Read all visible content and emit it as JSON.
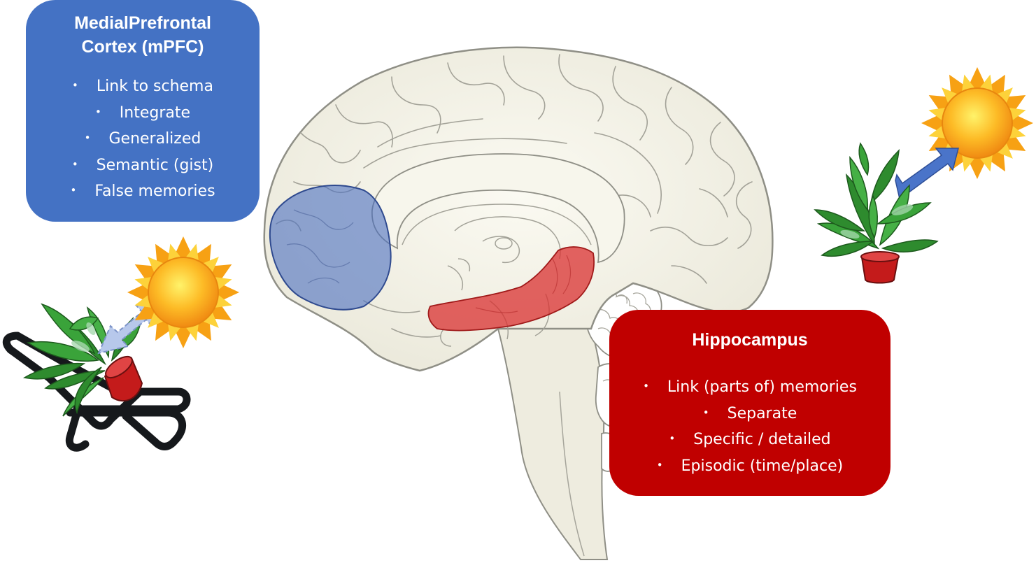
{
  "mpfc": {
    "title_line1": "MedialPrefrontal",
    "title_line2": "Cortex (mPFC)",
    "items": [
      "Link to schema",
      "Integrate",
      "Generalized",
      "Semantic (gist)",
      "False memories"
    ]
  },
  "hippocampus": {
    "title": "Hippocampus",
    "items": [
      "Link (parts of) memories",
      "Separate",
      "Specific / detailed",
      "Episodic (time/place)"
    ]
  },
  "colors": {
    "mpfc_box": "#4472c4",
    "hippocampus_box": "#c00000",
    "mpfc_region": "#7f96cf",
    "hippocampus_region": "#d94848",
    "brain_fill": "#f0efe3",
    "sun": "#fdbb26",
    "arrow_strong": "#4a74c9",
    "arrow_faded": "#b7c8eb"
  },
  "icons": [
    "brain-illustration",
    "sun-icon",
    "potted-plant-icon",
    "double-arrow-icon",
    "lounge-chair-icon"
  ]
}
